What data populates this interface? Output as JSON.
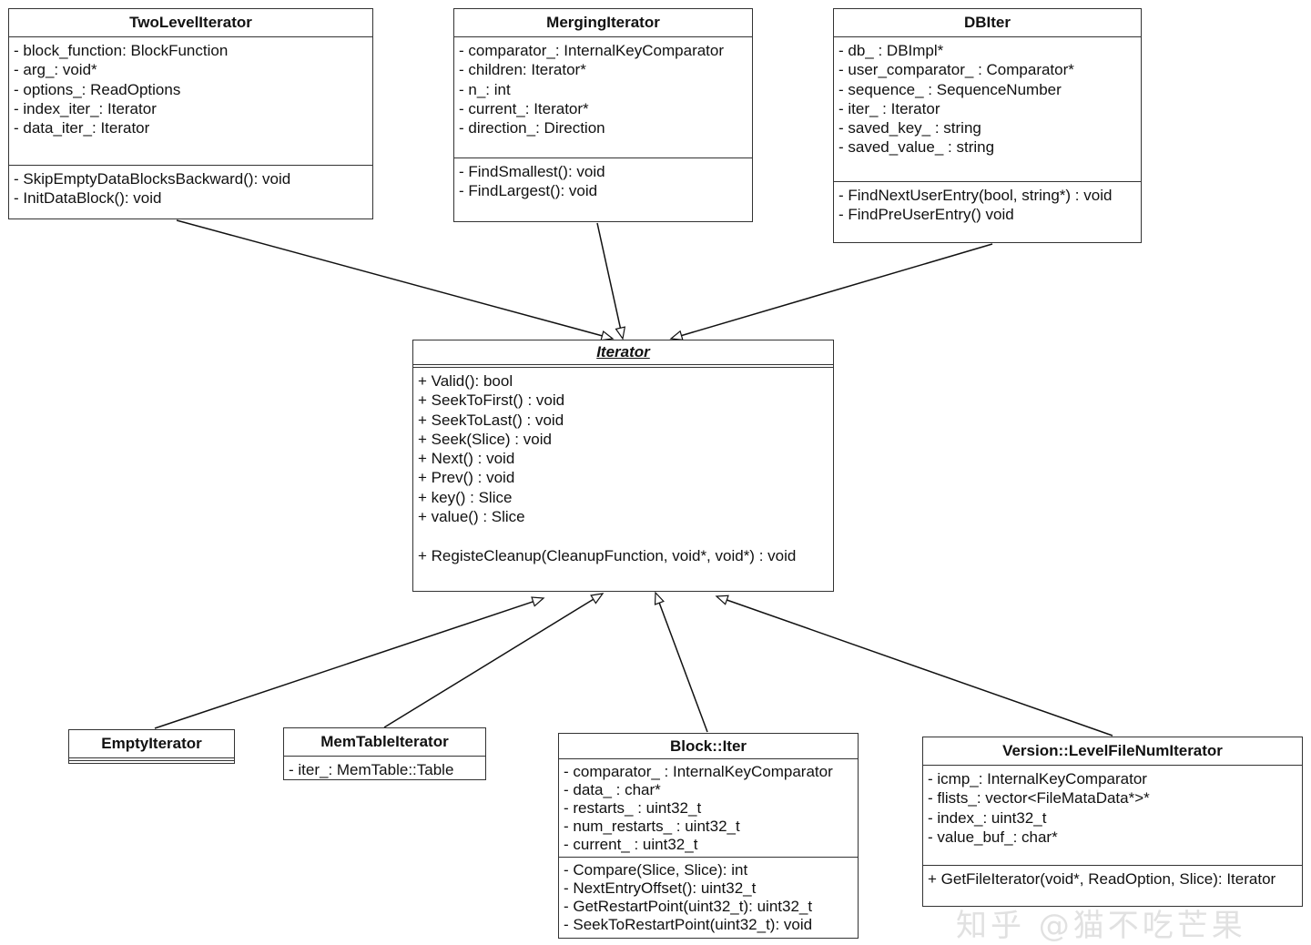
{
  "classes": [
    {
      "id": "twolevel",
      "name": "TwoLevelIterator",
      "attributes": [
        "- block_function: BlockFunction",
        "- arg_: void*",
        "- options_: ReadOptions",
        "- index_iter_: Iterator",
        "- data_iter_: Iterator"
      ],
      "methods": [
        "- SkipEmptyDataBlocksBackward(): void",
        "- InitDataBlock(): void"
      ]
    },
    {
      "id": "merging",
      "name": "MergingIterator",
      "attributes": [
        "- comparator_: InternalKeyComparator",
        "- children: Iterator*",
        "- n_: int",
        "- current_: Iterator*",
        "- direction_: Direction"
      ],
      "methods": [
        "- FindSmallest(): void",
        "- FindLargest(): void"
      ]
    },
    {
      "id": "dbiter",
      "name": "DBIter",
      "attributes": [
        "- db_ : DBImpl*",
        "- user_comparator_ : Comparator*",
        "- sequence_ : SequenceNumber",
        "- iter_ : Iterator",
        "- saved_key_ : string",
        "- saved_value_ : string"
      ],
      "methods": [
        "- FindNextUserEntry(bool, string*) : void",
        "- FindPreUserEntry() void"
      ]
    },
    {
      "id": "iterator",
      "name": "Iterator",
      "abstract": true,
      "attributes": [],
      "methods": [
        "+ Valid(): bool",
        "+ SeekToFirst() : void",
        "+ SeekToLast() : void",
        "+ Seek(Slice) : void",
        "+ Next() : void",
        "+ Prev() : void",
        "+ key() : Slice",
        "+ value() : Slice",
        "",
        "+ RegisteCleanup(CleanupFunction, void*, void*) : void"
      ]
    },
    {
      "id": "empty",
      "name": "EmptyIterator",
      "attributes": [],
      "methods": []
    },
    {
      "id": "memtable",
      "name": "MemTableIterator",
      "attributes": [
        "- iter_: MemTable::Table"
      ],
      "methods": []
    },
    {
      "id": "blockiter",
      "name": "Block::Iter",
      "attributes": [
        "- comparator_ : InternalKeyComparator",
        "- data_ : char*",
        "- restarts_ : uint32_t",
        "- num_restarts_ : uint32_t",
        "- current_ : uint32_t"
      ],
      "methods": [
        "- Compare(Slice, Slice): int",
        "- NextEntryOffset(): uint32_t",
        "- GetRestartPoint(uint32_t): uint32_t",
        "- SeekToRestartPoint(uint32_t): void"
      ]
    },
    {
      "id": "levelfile",
      "name": "Version::LevelFileNumIterator",
      "attributes": [
        "- icmp_: InternalKeyComparator",
        "- flists_: vector<FileMataData*>*",
        "- index_: uint32_t",
        "- value_buf_: char*"
      ],
      "methods": [
        "+ GetFileIterator(void*, ReadOption, Slice): Iterator"
      ]
    }
  ],
  "relations": [
    {
      "from": "twolevel",
      "to": "iterator",
      "type": "generalization"
    },
    {
      "from": "merging",
      "to": "iterator",
      "type": "generalization"
    },
    {
      "from": "dbiter",
      "to": "iterator",
      "type": "generalization"
    },
    {
      "from": "empty",
      "to": "iterator",
      "type": "generalization"
    },
    {
      "from": "memtable",
      "to": "iterator",
      "type": "generalization"
    },
    {
      "from": "blockiter",
      "to": "iterator",
      "type": "generalization"
    },
    {
      "from": "levelfile",
      "to": "iterator",
      "type": "generalization"
    }
  ],
  "watermark": "知乎 @猫不吃芒果"
}
